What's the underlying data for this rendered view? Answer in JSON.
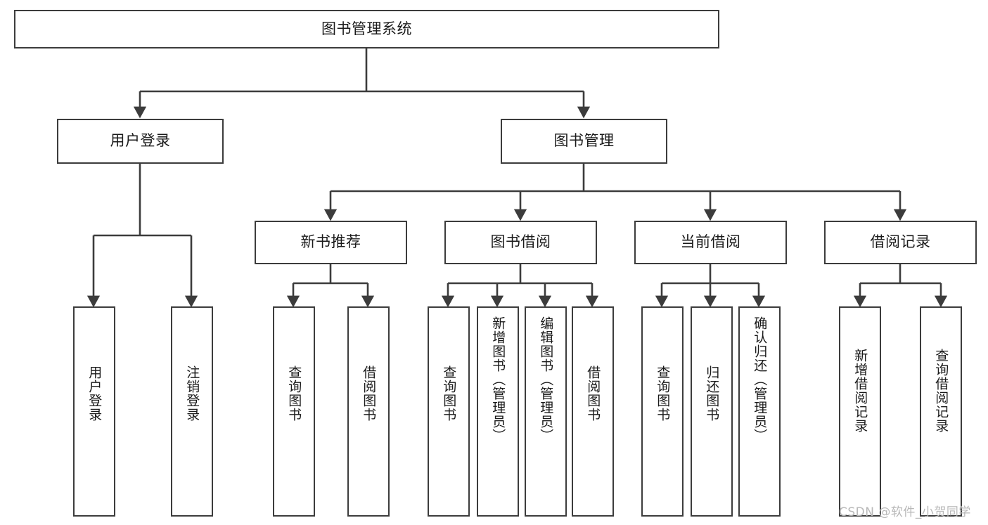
{
  "diagram": {
    "type": "tree-hierarchy",
    "title": "图书管理系统",
    "root": {
      "id": "root",
      "label": "图书管理系统"
    },
    "level2": [
      {
        "id": "user-login",
        "label": "用户登录"
      },
      {
        "id": "book-manage",
        "label": "图书管理"
      }
    ],
    "level3": [
      {
        "id": "new-book-rec",
        "label": "新书推荐",
        "parent": "book-manage"
      },
      {
        "id": "book-borrow",
        "label": "图书借阅",
        "parent": "book-manage"
      },
      {
        "id": "current-borrow",
        "label": "当前借阅",
        "parent": "book-manage"
      },
      {
        "id": "borrow-record",
        "label": "借阅记录",
        "parent": "book-manage"
      }
    ],
    "leaves": [
      {
        "id": "leaf-user-login",
        "label": "用户登录",
        "parent": "user-login"
      },
      {
        "id": "leaf-logout-login",
        "label": "注销登录",
        "parent": "user-login"
      },
      {
        "id": "leaf-query-book-1",
        "label": "查询图书",
        "parent": "new-book-rec"
      },
      {
        "id": "leaf-borrow-book-1",
        "label": "借阅图书",
        "parent": "new-book-rec"
      },
      {
        "id": "leaf-query-book-2",
        "label": "查询图书",
        "parent": "book-borrow"
      },
      {
        "id": "leaf-add-book",
        "label": "新增图书（管理员）",
        "parent": "book-borrow"
      },
      {
        "id": "leaf-edit-book",
        "label": "编辑图书（管理员）",
        "parent": "book-borrow"
      },
      {
        "id": "leaf-borrow-book-2",
        "label": "借阅图书",
        "parent": "book-borrow"
      },
      {
        "id": "leaf-query-book-3",
        "label": "查询图书",
        "parent": "current-borrow"
      },
      {
        "id": "leaf-return-book",
        "label": "归还图书",
        "parent": "current-borrow"
      },
      {
        "id": "leaf-confirm-return",
        "label": "确认归还（管理员）",
        "parent": "current-borrow"
      },
      {
        "id": "leaf-add-record",
        "label": "新增借阅记录",
        "parent": "borrow-record"
      },
      {
        "id": "leaf-query-record",
        "label": "查询借阅记录",
        "parent": "borrow-record"
      }
    ],
    "colors": {
      "stroke": "#3c3c3c",
      "fill": "#ffffff",
      "text": "#1a1a1a",
      "watermark": "#b8b8b8"
    }
  },
  "watermark": {
    "text": "CSDN @软件_小贺同学"
  }
}
